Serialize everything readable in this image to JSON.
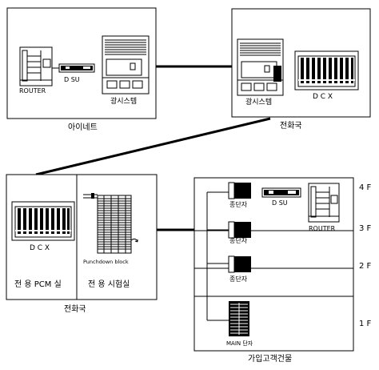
{
  "sites": {
    "inet": {
      "label": "아이네트",
      "router": "ROUTER",
      "dsu": "D SU",
      "optical": "광시스템"
    },
    "central_top": {
      "label": "전화국",
      "optical": "광시스템",
      "dcx": "D C X"
    },
    "central_bottom": {
      "label": "전화국",
      "dcx": "D C X",
      "pcm_room": "전 용 PCM 실",
      "test_room": "전 용 시험실",
      "punchdown": "Punchdown block"
    },
    "building": {
      "label": "가입고객건물",
      "floors": [
        "4 F",
        "3 F",
        "2 F",
        "1 F"
      ],
      "terminal": "종단자",
      "dsu": "D SU",
      "router": "ROUTER",
      "main_terminal": "MAIN 단자"
    }
  }
}
